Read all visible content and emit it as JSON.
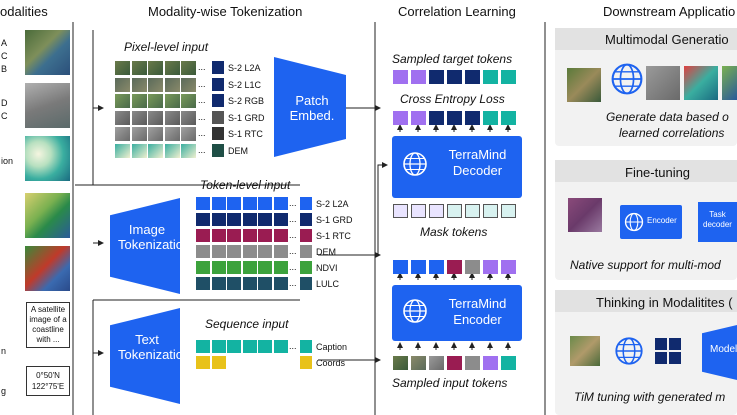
{
  "headers": {
    "modalities": "odalities",
    "tokenization": "Modality-wise Tokenization",
    "correlation": "Correlation Learning",
    "downstream": "Downstream Applicatio"
  },
  "left_labels": [
    "A",
    "C",
    "B",
    "D",
    "C",
    "ion",
    "n",
    "g"
  ],
  "caption_text": "A satellite image of a coastline with ...",
  "coords_text": "0°50'N 122°75'E",
  "pixel": {
    "title": "Pixel-level input",
    "rows": [
      "S-2 L2A",
      "S-2 L1C",
      "S-2 RGB",
      "S-1 GRD",
      "S-1 RTC",
      "DEM"
    ],
    "ellipsis": "..."
  },
  "patch_embed": "Patch Embed.",
  "token": {
    "title": "Token-level input",
    "rows": [
      "S-2 L2A",
      "S-1 GRD",
      "S-1 RTC",
      "DEM",
      "NDVI",
      "LULC"
    ],
    "image_tokenization": "Image Tokenization"
  },
  "sequence": {
    "title": "Sequence input",
    "rows": [
      "Caption",
      "Coords"
    ],
    "text_tokenization": "Text Tokenization"
  },
  "correlation": {
    "sampled_target": "Sampled target tokens",
    "cross_entropy": "Cross Entropy Loss",
    "decoder_title": "TerraMind",
    "decoder_sub": "Decoder",
    "mask_tokens": "Mask tokens",
    "encoder_title": "TerraMind",
    "encoder_sub": "Encoder",
    "sampled_input": "Sampled input tokens"
  },
  "downstream": {
    "multimodal_title": "Multimodal Generatio",
    "multimodal_desc_1": "Generate data based o",
    "multimodal_desc_2": "learned correlations",
    "finetuning_title": "Fine-tuning",
    "encoder_label": "Encoder",
    "task_decoder_label": "Task decoder",
    "finetuning_desc": "Native support for multi-mod",
    "thinking_title": "Thinking in Modalitites (",
    "model_label": "Model",
    "thinking_desc": "TiM tuning with generated m"
  },
  "colors": {
    "blue": "#1e63f0",
    "purple": "#a070f0",
    "navy": "#102a6e",
    "teal": "#13b3a2",
    "maroon": "#9a1c52",
    "gray": "#8c8c8c",
    "green": "#3ca23c",
    "darkteal": "#1f4f66",
    "yellow": "#e8c21a",
    "mask": "#e9e4ff"
  }
}
